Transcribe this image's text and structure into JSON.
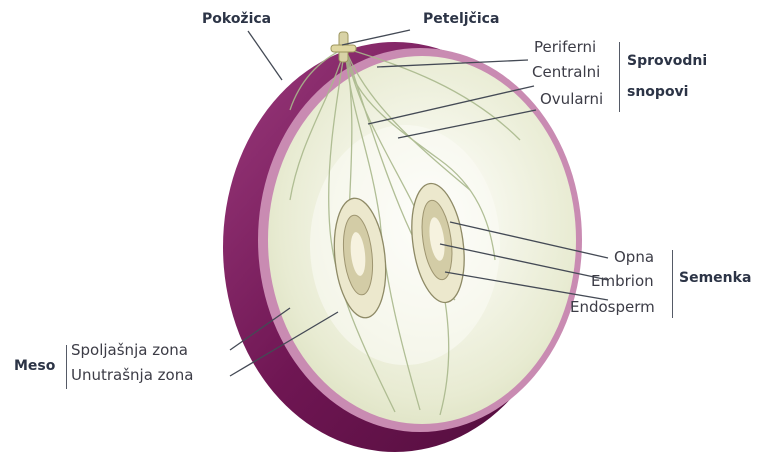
{
  "labels": {
    "pokozica": "Pokožica",
    "peteljcica": "Peteljčica",
    "periferni": "Periferni",
    "centralni": "Centralni",
    "ovularni": "Ovularni",
    "sprovodni": "Sprovodni",
    "snopovi": "snopovi",
    "opna": "Opna",
    "embrion": "Embrion",
    "endosperm": "Endosperm",
    "semenka": "Semenka",
    "meso": "Meso",
    "spoljasnja_zona": "Spoljašnja zona",
    "unutrasnja_zona": "Unutrašnja zona"
  },
  "colors": {
    "skin": "#7a1f5e",
    "flesh": "#eef0dc",
    "line": "#444a55"
  }
}
